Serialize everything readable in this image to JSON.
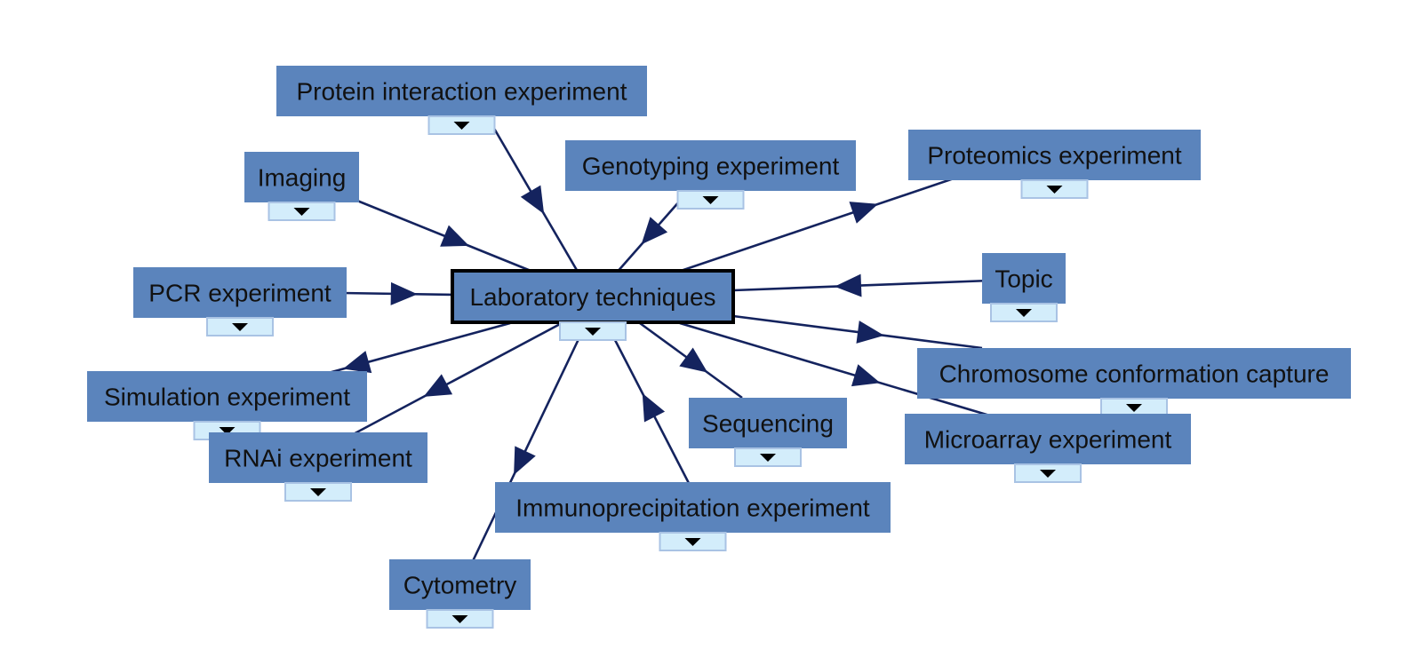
{
  "diagram": {
    "colors": {
      "node_fill": "#5b84bc",
      "toggle_fill": "#d3edfb",
      "toggle_border": "#a9c3e4",
      "edge": "#14235e",
      "focus_border": "#000000"
    },
    "central_node": {
      "id": "lab",
      "label": "Laboratory techniques",
      "icon": "expand-triangle-icon"
    },
    "nodes": [
      {
        "id": "protein",
        "label": "Protein interaction experiment"
      },
      {
        "id": "imaging",
        "label": "Imaging"
      },
      {
        "id": "genotyping",
        "label": "Genotyping experiment"
      },
      {
        "id": "proteomics",
        "label": "Proteomics experiment"
      },
      {
        "id": "pcr",
        "label": "PCR experiment"
      },
      {
        "id": "topic",
        "label": "Topic"
      },
      {
        "id": "simulation",
        "label": "Simulation experiment"
      },
      {
        "id": "chromosome",
        "label": "Chromosome conformation capture"
      },
      {
        "id": "rnai",
        "label": "RNAi experiment"
      },
      {
        "id": "sequencing",
        "label": "Sequencing"
      },
      {
        "id": "microarray",
        "label": "Microarray experiment"
      },
      {
        "id": "immuno",
        "label": "Immunoprecipitation experiment"
      },
      {
        "id": "cytometry",
        "label": "Cytometry"
      }
    ],
    "edges": [
      {
        "from": "protein",
        "to": "lab"
      },
      {
        "from": "imaging",
        "to": "lab"
      },
      {
        "from": "genotyping",
        "to": "lab"
      },
      {
        "from": "lab",
        "to": "proteomics"
      },
      {
        "from": "pcr",
        "to": "lab"
      },
      {
        "from": "topic",
        "to": "lab"
      },
      {
        "from": "lab",
        "to": "simulation"
      },
      {
        "from": "lab",
        "to": "chromosome"
      },
      {
        "from": "lab",
        "to": "rnai"
      },
      {
        "from": "lab",
        "to": "sequencing"
      },
      {
        "from": "lab",
        "to": "microarray"
      },
      {
        "from": "immuno",
        "to": "lab"
      },
      {
        "from": "lab",
        "to": "cytometry"
      }
    ]
  }
}
